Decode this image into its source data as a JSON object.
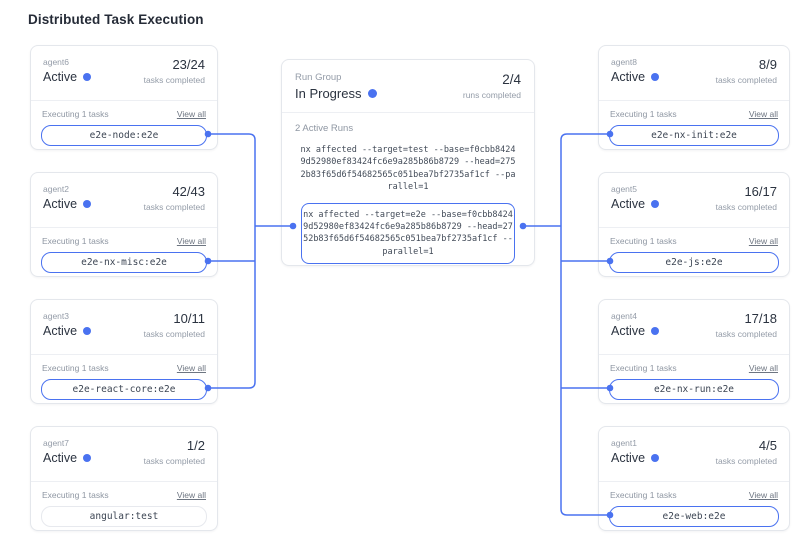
{
  "title": "Distributed Task Execution",
  "accent_color": "#4a72f0",
  "run_group": {
    "label": "Run Group",
    "status": "In Progress",
    "progress": "2/4",
    "progress_label": "runs completed",
    "active_runs_label": "2 Active Runs",
    "runs": [
      {
        "command": "nx affected --target=test --base=f0cbb84249d52980ef83424fc6e9a285b86b8729 --head=2752b83f65d6f54682565c051bea7bf2735af1cf --parallel=1",
        "highlighted": false
      },
      {
        "command": "nx affected --target=e2e --base=f0cbb84249d52980ef83424fc6e9a285b86b8729 --head=2752b83f65d6f54682565c051bea7bf2735af1cf --parallel=1",
        "highlighted": true
      }
    ]
  },
  "agents": {
    "left": [
      {
        "name": "agent6",
        "status": "Active",
        "progress": "23/24",
        "progress_label": "tasks completed",
        "executing_label": "Executing 1 tasks",
        "view_all": "View all",
        "task": "e2e-node:e2e",
        "connected": true
      },
      {
        "name": "agent2",
        "status": "Active",
        "progress": "42/43",
        "progress_label": "tasks completed",
        "executing_label": "Executing 1 tasks",
        "view_all": "View all",
        "task": "e2e-nx-misc:e2e",
        "connected": true
      },
      {
        "name": "agent3",
        "status": "Active",
        "progress": "10/11",
        "progress_label": "tasks completed",
        "executing_label": "Executing 1 tasks",
        "view_all": "View all",
        "task": "e2e-react-core:e2e",
        "connected": true
      },
      {
        "name": "agent7",
        "status": "Active",
        "progress": "1/2",
        "progress_label": "tasks completed",
        "executing_label": "Executing 1 tasks",
        "view_all": "View all",
        "task": "angular:test",
        "connected": false
      }
    ],
    "right": [
      {
        "name": "agent8",
        "status": "Active",
        "progress": "8/9",
        "progress_label": "tasks completed",
        "executing_label": "Executing 1 tasks",
        "view_all": "View all",
        "task": "e2e-nx-init:e2e",
        "connected": true
      },
      {
        "name": "agent5",
        "status": "Active",
        "progress": "16/17",
        "progress_label": "tasks completed",
        "executing_label": "Executing 1 tasks",
        "view_all": "View all",
        "task": "e2e-js:e2e",
        "connected": true
      },
      {
        "name": "agent4",
        "status": "Active",
        "progress": "17/18",
        "progress_label": "tasks completed",
        "executing_label": "Executing 1 tasks",
        "view_all": "View all",
        "task": "e2e-nx-run:e2e",
        "connected": true
      },
      {
        "name": "agent1",
        "status": "Active",
        "progress": "4/5",
        "progress_label": "tasks completed",
        "executing_label": "Executing 1 tasks",
        "view_all": "View all",
        "task": "e2e-web:e2e",
        "connected": true
      }
    ]
  }
}
